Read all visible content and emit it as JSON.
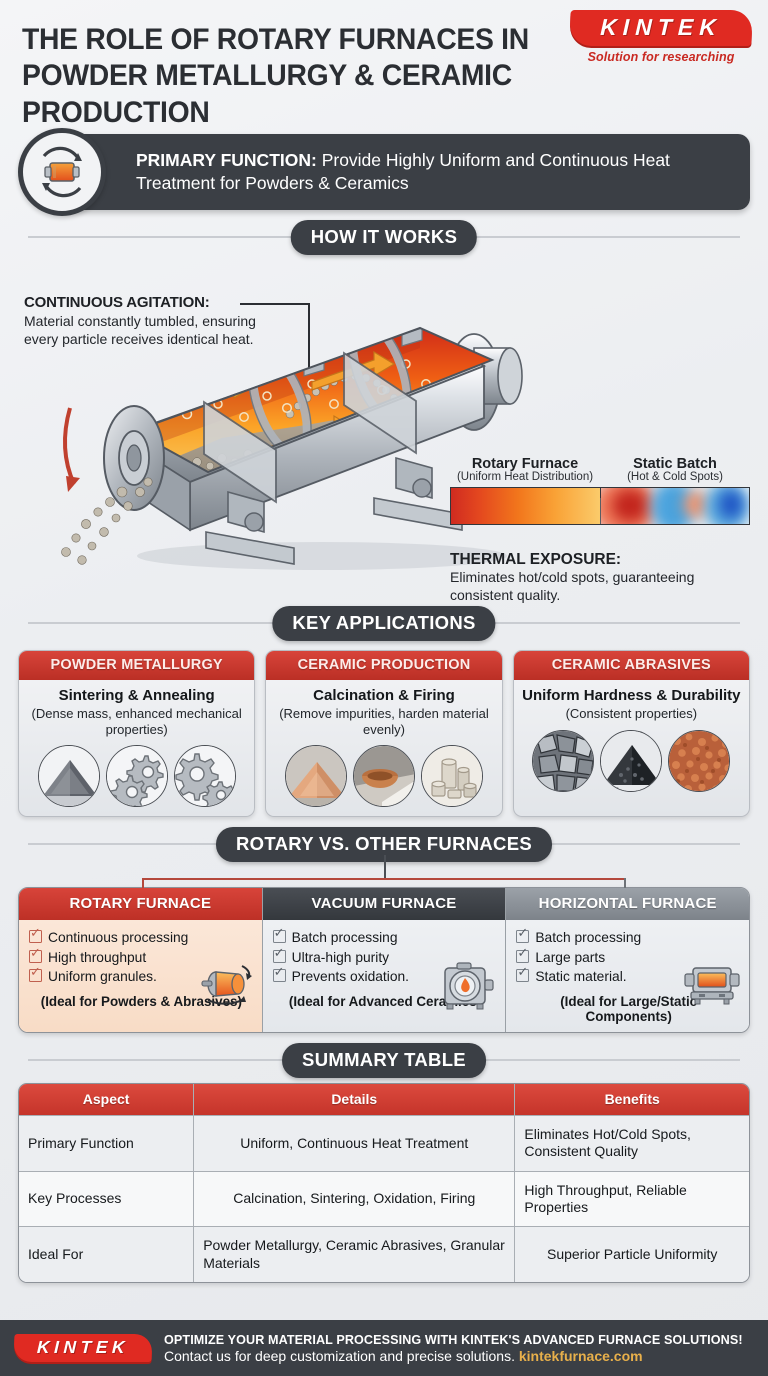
{
  "header": {
    "title_line1": "THE ROLE OF ROTARY FURNACES IN",
    "title_line2": "POWDER METALLURGY & CERAMIC PRODUCTION",
    "logo_text": "KINTEK",
    "logo_tagline": "Solution for researching"
  },
  "primary": {
    "label": "PRIMARY FUNCTION:",
    "text": " Provide Highly Uniform and Continuous Heat Treatment for Powders & Ceramics",
    "icon": "rotary-furnace-icon"
  },
  "sections": {
    "how_it_works": "HOW IT WORKS",
    "key_applications": "KEY APPLICATIONS",
    "rotary_vs_other": "ROTARY VS. OTHER FURNACES",
    "summary_table": "SUMMARY TABLE"
  },
  "how_it_works": {
    "callout_title": "CONTINUOUS AGITATION:",
    "callout_body": "Material constantly tumbled, ensuring every particle receives identical heat.",
    "thermal": {
      "left_label": "Rotary Furnace",
      "left_sub": "(Uniform Heat Distribution)",
      "right_label": "Static Batch",
      "right_sub": "(Hot & Cold Spots)",
      "caption_title": "THERMAL EXPOSURE:",
      "caption_body": "Eliminates hot/cold spots, guaranteeing consistent quality."
    }
  },
  "applications": [
    {
      "heading": "POWDER METALLURGY",
      "title": "Sintering & Annealing",
      "subtitle": "(Dense mass, enhanced mechanical properties)",
      "icons": [
        "metal-powder-cone-icon",
        "gears-pair-icon",
        "gears-duo-icon"
      ]
    },
    {
      "heading": "CERAMIC PRODUCTION",
      "title": "Calcination & Firing",
      "subtitle": "(Remove impurities, harden material evenly)",
      "icons": [
        "clay-powder-icon",
        "ceramic-bowl-icon",
        "ceramic-tubes-icon"
      ]
    },
    {
      "heading": "CERAMIC ABRASIVES",
      "title": "Uniform Hardness & Durability",
      "subtitle": "(Consistent properties)",
      "icons": [
        "abrasive-chunks-icon",
        "black-grit-icon",
        "copper-grit-icon"
      ]
    }
  ],
  "comparison": [
    {
      "heading": "ROTARY FURNACE",
      "items": [
        "Continuous processing",
        "High throughput",
        "Uniform granules."
      ],
      "note": "(Ideal for Powders & Abrasives)",
      "icon": "rotary-drum-icon",
      "accent": "#c5342a"
    },
    {
      "heading": "VACUUM FURNACE",
      "items": [
        "Batch processing",
        "Ultra-high purity",
        "Prevents oxidation."
      ],
      "note": "(Ideal for Advanced Ceramics)",
      "icon": "vacuum-chamber-icon",
      "accent": "#34383d"
    },
    {
      "heading": "HORIZONTAL FURNACE",
      "items": [
        "Batch processing",
        "Large parts",
        "Static material."
      ],
      "note": "(Ideal for Large/Static Components)",
      "icon": "horizontal-furnace-icon",
      "accent": "#7d838a"
    }
  ],
  "summary_table": {
    "columns": [
      "Aspect",
      "Details",
      "Benefits"
    ],
    "rows": [
      {
        "aspect": "Primary Function",
        "details": "Uniform, Continuous Heat Treatment",
        "benefits": "Eliminates Hot/Cold Spots, Consistent Quality"
      },
      {
        "aspect": "Key Processes",
        "details": "Calcination, Sintering, Oxidation, Firing",
        "benefits": "High Throughput, Reliable Properties"
      },
      {
        "aspect": "Ideal For",
        "details": "Powder Metallurgy, Ceramic Abrasives, Granular Materials",
        "benefits": "Superior Particle Uniformity"
      }
    ]
  },
  "footer": {
    "logo_text": "KINTEK",
    "line1": "OPTIMIZE YOUR MATERIAL PROCESSING WITH KINTEK'S ADVANCED FURNACE SOLUTIONS!",
    "line2": "Contact us for deep customization and precise solutions.",
    "url": "kintekfurnace.com"
  },
  "colors": {
    "brand_red": "#d8443a",
    "dark": "#3b3f45",
    "page_bg": "#eef0f2",
    "accent_gold": "#e8b04b"
  }
}
